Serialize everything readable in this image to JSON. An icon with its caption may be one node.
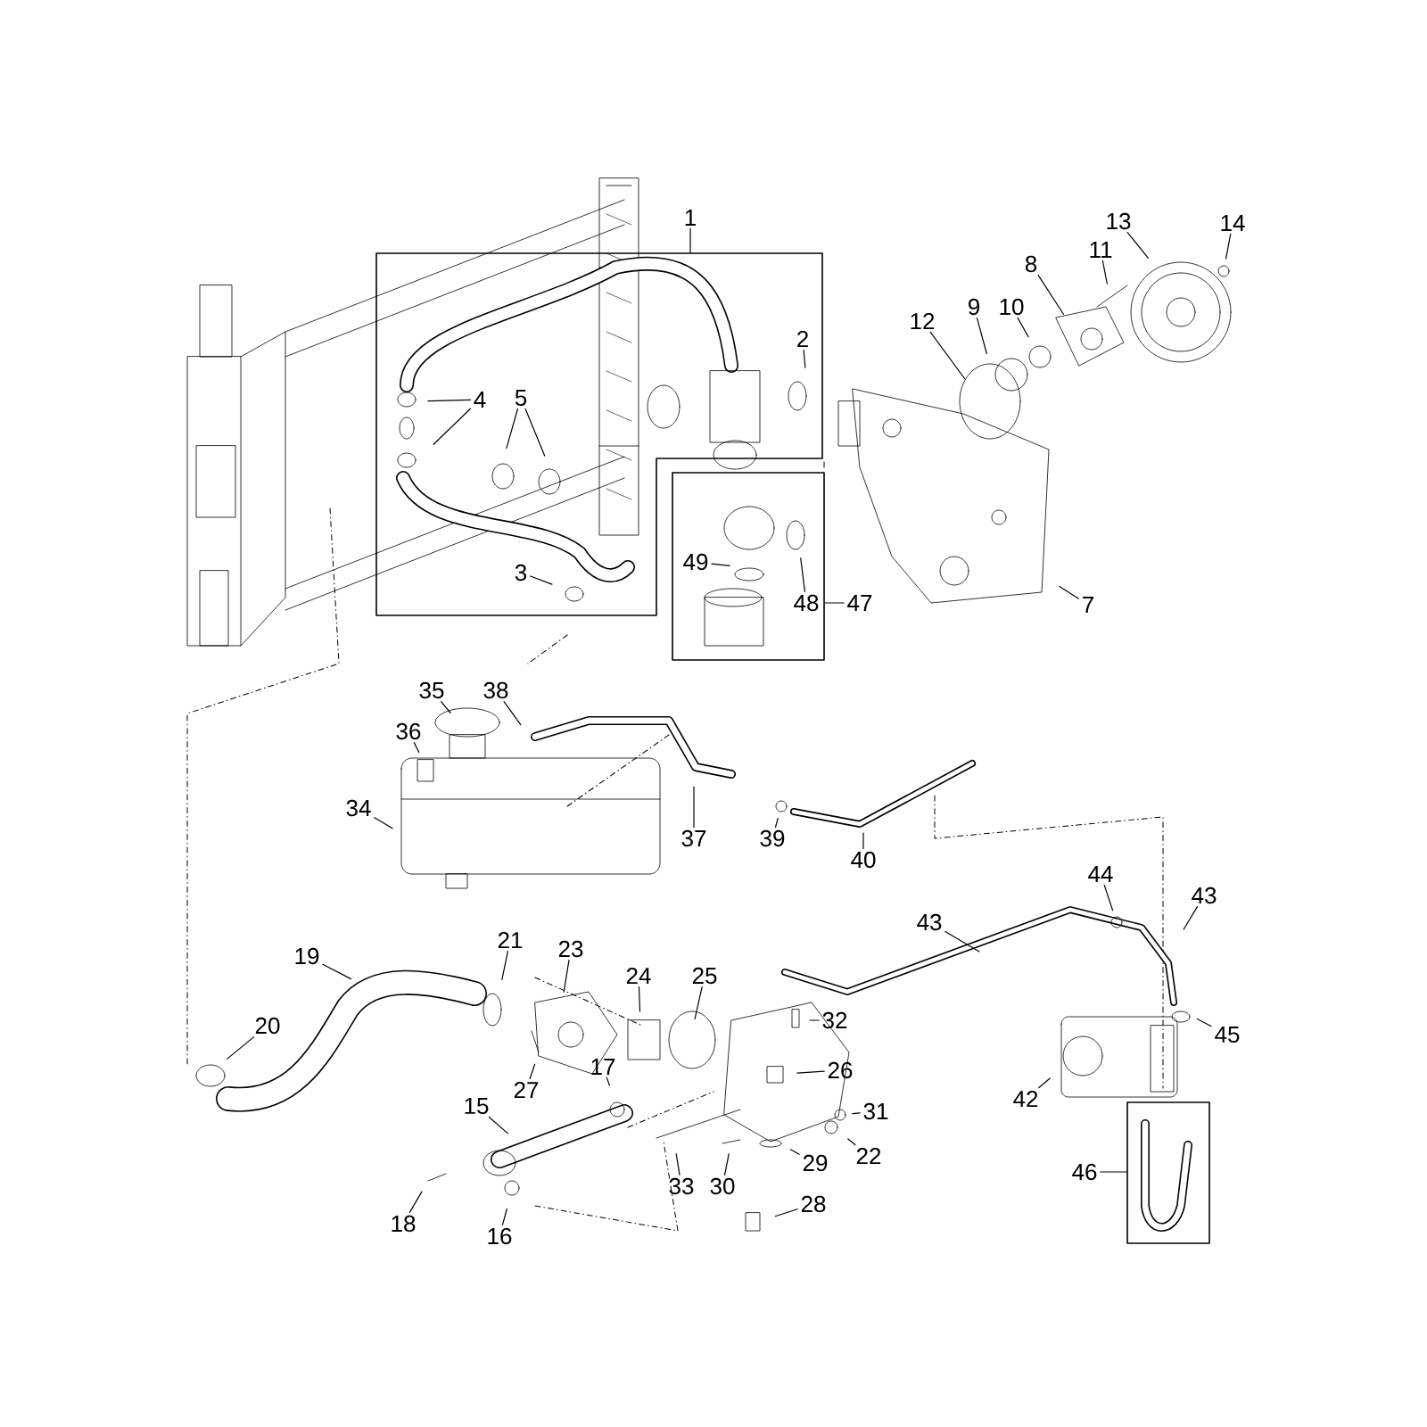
{
  "diagram": {
    "nodes": [
      {
        "text": [],
        "shape": "box"
      },
      {
        "text": [
          "1"
        ]
      },
      {
        "text": [
          "13"
        ]
      },
      {
        "text": [
          "14"
        ]
      },
      {
        "text": [
          "11"
        ]
      },
      {
        "text": [
          "8"
        ]
      },
      {
        "text": [
          "9"
        ]
      },
      {
        "text": [
          "10"
        ]
      },
      {
        "text": [
          "12"
        ]
      },
      {
        "text": [
          "2"
        ],
        "in": 0
      },
      {
        "text": [
          "4"
        ],
        "in": 0
      },
      {
        "text": [
          "5"
        ],
        "in": 0
      },
      {
        "text": [],
        "shape": "box"
      },
      {
        "text": [
          "49"
        ],
        "in": 12
      },
      {
        "text": [
          "3"
        ],
        "in": 0
      },
      {
        "text": [
          "48"
        ],
        "in": 12
      },
      {
        "text": [
          "7"
        ]
      },
      {
        "text": [
          "47"
        ]
      },
      {
        "text": [
          "35"
        ]
      },
      {
        "text": [
          "38"
        ]
      },
      {
        "text": [
          "36"
        ]
      },
      {
        "text": [
          "34"
        ]
      },
      {
        "text": [
          "37"
        ]
      },
      {
        "text": [
          "39"
        ]
      },
      {
        "text": [
          "40"
        ]
      },
      {
        "text": [
          "44"
        ]
      },
      {
        "text": [
          "43"
        ]
      },
      {
        "text": [
          "43"
        ]
      },
      {
        "text": [
          "19"
        ]
      },
      {
        "text": [
          "21"
        ]
      },
      {
        "text": [
          "23"
        ]
      },
      {
        "text": [
          "24"
        ]
      },
      {
        "text": [
          "25"
        ]
      },
      {
        "text": [
          "20"
        ]
      },
      {
        "text": [
          "32"
        ]
      },
      {
        "text": [
          "45"
        ]
      },
      {
        "text": [
          "26"
        ]
      },
      {
        "text": [
          "17"
        ]
      },
      {
        "text": [
          "27"
        ]
      },
      {
        "text": [
          "42"
        ]
      },
      {
        "text": [
          "15"
        ]
      },
      {
        "text": [
          "31"
        ]
      },
      {
        "text": [
          "22"
        ]
      },
      {
        "text": [
          "29"
        ]
      },
      {
        "text": [
          "46"
        ]
      },
      {
        "text": [],
        "shape": "box"
      },
      {
        "text": [
          "33"
        ]
      },
      {
        "text": [
          "30"
        ]
      },
      {
        "text": [
          "28"
        ]
      },
      {
        "text": [
          "18"
        ]
      },
      {
        "text": [
          "16"
        ]
      }
    ],
    "edges": [
      {
        "from": 1,
        "to": 0,
        "arrow": "none"
      },
      {
        "from": 2,
        "to": null,
        "arrow": "none"
      },
      {
        "from": 3,
        "to": null,
        "arrow": "none"
      },
      {
        "from": 4,
        "to": null,
        "arrow": "none"
      },
      {
        "from": 5,
        "to": null,
        "arrow": "none"
      },
      {
        "from": 6,
        "to": null,
        "arrow": "none"
      },
      {
        "from": 7,
        "to": null,
        "arrow": "none"
      },
      {
        "from": 8,
        "to": null,
        "arrow": "none"
      },
      {
        "from": 9,
        "to": null,
        "arrow": "none"
      },
      {
        "from": 10,
        "to": null,
        "arrow": "none"
      },
      {
        "from": 10,
        "to": null,
        "arrow": "none"
      },
      {
        "from": 11,
        "to": null,
        "arrow": "none"
      },
      {
        "from": 11,
        "to": null,
        "arrow": "none"
      },
      {
        "from": 13,
        "to": null,
        "arrow": "none"
      },
      {
        "from": 14,
        "to": null,
        "arrow": "none"
      },
      {
        "from": 15,
        "to": null,
        "arrow": "none"
      },
      {
        "from": 16,
        "to": null,
        "arrow": "none"
      },
      {
        "from": 17,
        "to": 12,
        "arrow": "none"
      },
      {
        "from": 18,
        "to": null,
        "arrow": "none"
      },
      {
        "from": 19,
        "to": null,
        "arrow": "none"
      },
      {
        "from": 20,
        "to": null,
        "arrow": "none"
      },
      {
        "from": 21,
        "to": null,
        "arrow": "none"
      },
      {
        "from": 22,
        "to": null,
        "arrow": "none"
      },
      {
        "from": 23,
        "to": null,
        "arrow": "none"
      },
      {
        "from": 24,
        "to": null,
        "arrow": "none"
      },
      {
        "from": 25,
        "to": null,
        "arrow": "none"
      },
      {
        "from": 26,
        "to": null,
        "arrow": "none"
      },
      {
        "from": 27,
        "to": null,
        "arrow": "none"
      },
      {
        "from": 28,
        "to": null,
        "arrow": "none"
      },
      {
        "from": 29,
        "to": null,
        "arrow": "none"
      },
      {
        "from": 30,
        "to": null,
        "arrow": "none"
      },
      {
        "from": 31,
        "to": null,
        "arrow": "none"
      },
      {
        "from": 32,
        "to": null,
        "arrow": "none"
      },
      {
        "from": 33,
        "to": null,
        "arrow": "none"
      },
      {
        "from": 34,
        "to": null,
        "arrow": "none"
      },
      {
        "from": 35,
        "to": null,
        "arrow": "none"
      },
      {
        "from": 36,
        "to": null,
        "arrow": "none"
      },
      {
        "from": 37,
        "to": null,
        "arrow": "none"
      },
      {
        "from": 38,
        "to": null,
        "arrow": "none"
      },
      {
        "from": 39,
        "to": null,
        "arrow": "none"
      },
      {
        "from": 40,
        "to": null,
        "arrow": "none"
      },
      {
        "from": 41,
        "to": null,
        "arrow": "none"
      },
      {
        "from": 42,
        "to": null,
        "arrow": "none"
      },
      {
        "from": 43,
        "to": null,
        "arrow": "none"
      },
      {
        "from": 44,
        "to": 45,
        "arrow": "none"
      },
      {
        "from": 46,
        "to": null,
        "arrow": "none"
      },
      {
        "from": 47,
        "to": null,
        "arrow": "none"
      },
      {
        "from": 48,
        "to": null,
        "arrow": "none"
      },
      {
        "from": 49,
        "to": null,
        "arrow": "none"
      },
      {
        "from": 50,
        "to": null,
        "arrow": "none"
      }
    ]
  }
}
